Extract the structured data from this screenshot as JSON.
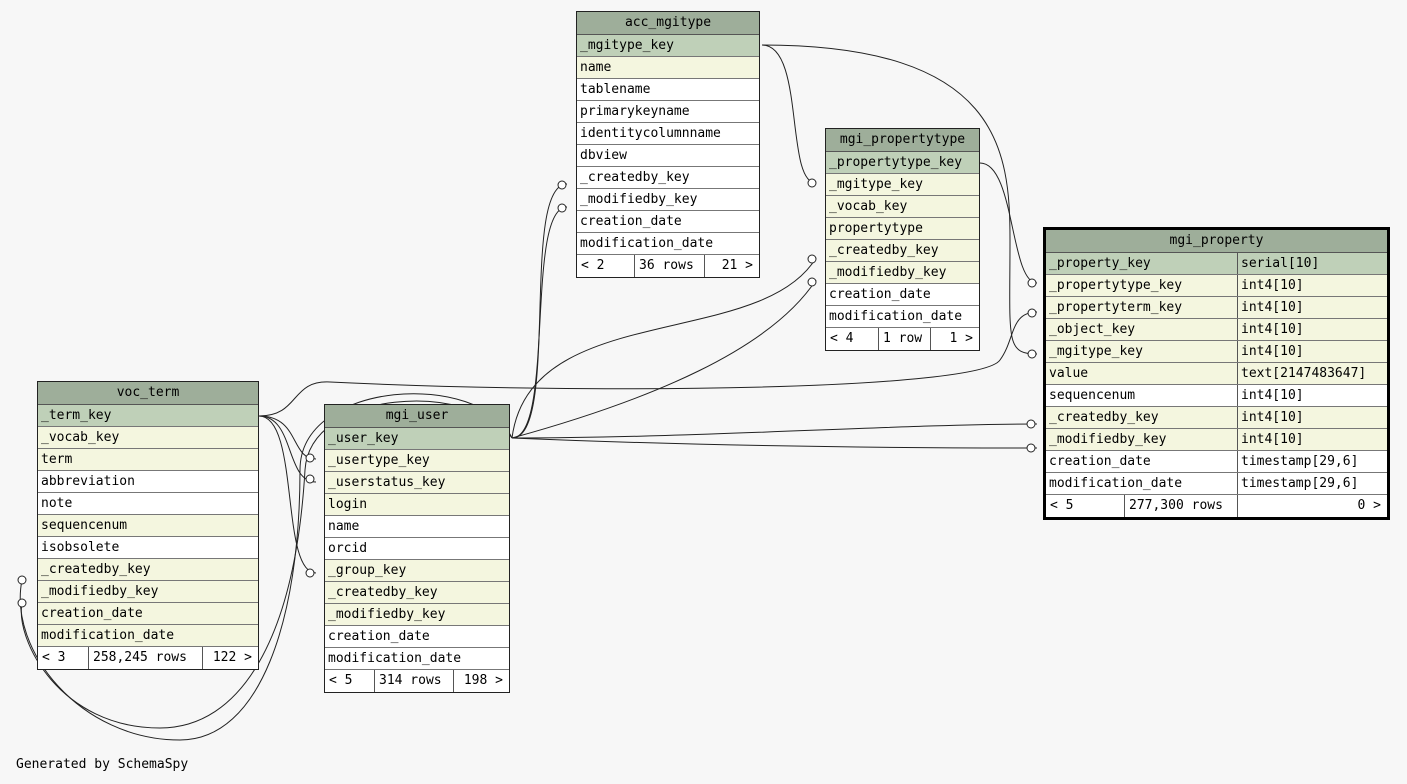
{
  "footer_text": "Generated by SchemaSpy",
  "tables": {
    "acc_mgitype": {
      "name": "acc_mgitype",
      "columns": [
        {
          "name": "_mgitype_key",
          "kind": "pk"
        },
        {
          "name": "name",
          "kind": "fk"
        },
        {
          "name": "tablename",
          "kind": "plain"
        },
        {
          "name": "primarykeyname",
          "kind": "plain"
        },
        {
          "name": "identitycolumnname",
          "kind": "plain"
        },
        {
          "name": "dbview",
          "kind": "plain"
        },
        {
          "name": "_createdby_key",
          "kind": "plain"
        },
        {
          "name": "_modifiedby_key",
          "kind": "plain"
        },
        {
          "name": "creation_date",
          "kind": "plain"
        },
        {
          "name": "modification_date",
          "kind": "plain"
        }
      ],
      "footer": {
        "parents": "< 2",
        "rows": "36 rows",
        "children": "21 >"
      }
    },
    "mgi_propertytype": {
      "name": "mgi_propertytype",
      "columns": [
        {
          "name": "_propertytype_key",
          "kind": "pk"
        },
        {
          "name": "_mgitype_key",
          "kind": "fk"
        },
        {
          "name": "_vocab_key",
          "kind": "fk"
        },
        {
          "name": "propertytype",
          "kind": "fk"
        },
        {
          "name": "_createdby_key",
          "kind": "fk"
        },
        {
          "name": "_modifiedby_key",
          "kind": "fk"
        },
        {
          "name": "creation_date",
          "kind": "plain"
        },
        {
          "name": "modification_date",
          "kind": "plain"
        }
      ],
      "footer": {
        "parents": "< 4",
        "rows": "1 row",
        "children": "1 >"
      }
    },
    "mgi_property": {
      "name": "mgi_property",
      "columns": [
        {
          "name": "_property_key",
          "type": "serial[10]",
          "kind": "pk"
        },
        {
          "name": "_propertytype_key",
          "type": "int4[10]",
          "kind": "fk"
        },
        {
          "name": "_propertyterm_key",
          "type": "int4[10]",
          "kind": "fk"
        },
        {
          "name": "_object_key",
          "type": "int4[10]",
          "kind": "fk"
        },
        {
          "name": "_mgitype_key",
          "type": "int4[10]",
          "kind": "fk"
        },
        {
          "name": "value",
          "type": "text[2147483647]",
          "kind": "fk"
        },
        {
          "name": "sequencenum",
          "type": "int4[10]",
          "kind": "plain"
        },
        {
          "name": "_createdby_key",
          "type": "int4[10]",
          "kind": "fk"
        },
        {
          "name": "_modifiedby_key",
          "type": "int4[10]",
          "kind": "fk"
        },
        {
          "name": "creation_date",
          "type": "timestamp[29,6]",
          "kind": "plain"
        },
        {
          "name": "modification_date",
          "type": "timestamp[29,6]",
          "kind": "plain"
        }
      ],
      "footer": {
        "parents": "< 5",
        "rows": "277,300 rows",
        "children": "0 >"
      }
    },
    "voc_term": {
      "name": "voc_term",
      "columns": [
        {
          "name": "_term_key",
          "kind": "pk"
        },
        {
          "name": "_vocab_key",
          "kind": "fk"
        },
        {
          "name": "term",
          "kind": "fk"
        },
        {
          "name": "abbreviation",
          "kind": "plain"
        },
        {
          "name": "note",
          "kind": "plain"
        },
        {
          "name": "sequencenum",
          "kind": "fk"
        },
        {
          "name": "isobsolete",
          "kind": "plain"
        },
        {
          "name": "_createdby_key",
          "kind": "fk"
        },
        {
          "name": "_modifiedby_key",
          "kind": "fk"
        },
        {
          "name": "creation_date",
          "kind": "fk"
        },
        {
          "name": "modification_date",
          "kind": "fk"
        }
      ],
      "footer": {
        "parents": "< 3",
        "rows": "258,245 rows",
        "children": "122 >"
      }
    },
    "mgi_user": {
      "name": "mgi_user",
      "columns": [
        {
          "name": "_user_key",
          "kind": "pk"
        },
        {
          "name": "_usertype_key",
          "kind": "fk"
        },
        {
          "name": "_userstatus_key",
          "kind": "fk"
        },
        {
          "name": "login",
          "kind": "fk"
        },
        {
          "name": "name",
          "kind": "plain"
        },
        {
          "name": "orcid",
          "kind": "plain"
        },
        {
          "name": "_group_key",
          "kind": "fk"
        },
        {
          "name": "_createdby_key",
          "kind": "fk"
        },
        {
          "name": "_modifiedby_key",
          "kind": "fk"
        },
        {
          "name": "creation_date",
          "kind": "plain"
        },
        {
          "name": "modification_date",
          "kind": "plain"
        }
      ],
      "footer": {
        "parents": "< 5",
        "rows": "314 rows",
        "children": "198 >"
      }
    }
  }
}
